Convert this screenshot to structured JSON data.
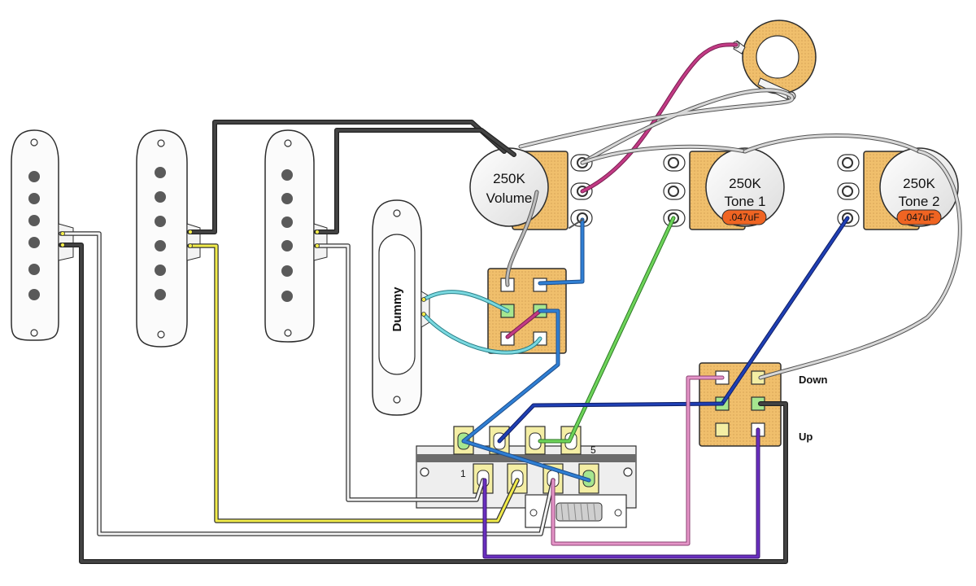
{
  "pots": [
    {
      "value": "250K",
      "name": "Volume"
    },
    {
      "value": "250K",
      "name": "Tone 1",
      "cap": ".047uF"
    },
    {
      "value": "250K",
      "name": "Tone 2",
      "cap": ".047uF"
    }
  ],
  "dummy_label": "Dummy",
  "pushpull_labels": {
    "down": "Down",
    "up": "Up"
  },
  "selector_labels": {
    "first": "1",
    "last": "5"
  },
  "colors": {
    "wire_black": "#3c3c3c",
    "wire_white": "#f4f4f4",
    "wire_yellow": "#f2ec4a",
    "wire_blue": "#2f7fd4",
    "wire_green": "#6ed45a",
    "wire_darkblue": "#1f3fb4",
    "wire_magenta": "#c23a85",
    "wire_pink": "#e595c8",
    "wire_purple": "#6a2fc0",
    "wire_cyan": "#7ad9e0",
    "wire_grey": "#bdbdbd",
    "pot_body": "#f0bf6c",
    "cap": "#ef6422"
  }
}
